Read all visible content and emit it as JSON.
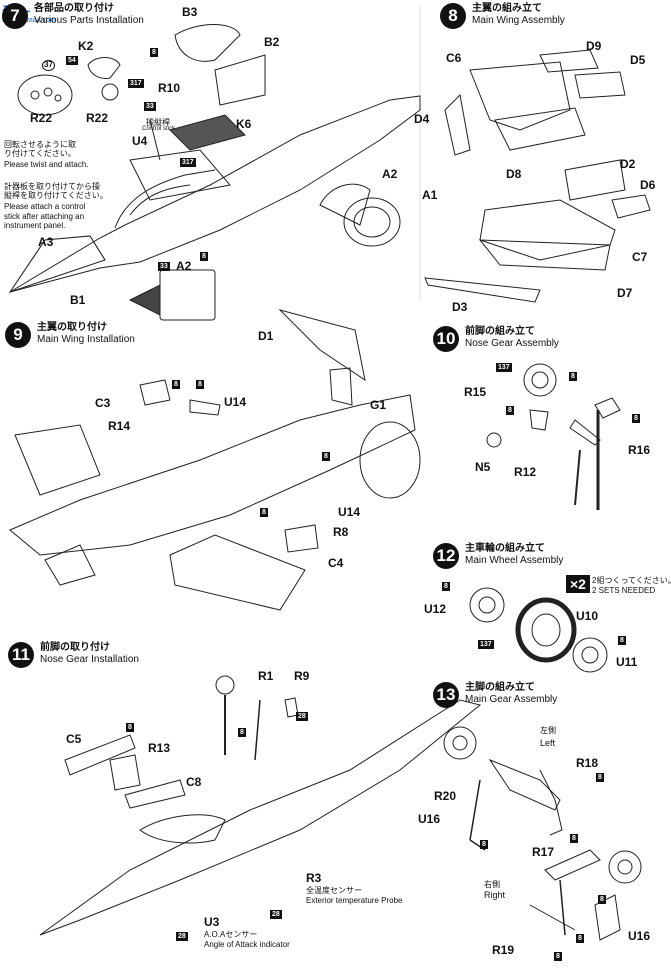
{
  "watermark": {
    "logo": "青一",
    "site": "www.wwaaa.com"
  },
  "steps": [
    {
      "num": "7",
      "jp": "各部品の取り付け",
      "en": "Various Parts Installation"
    },
    {
      "num": "8",
      "jp": "主翼の組み立て",
      "en": "Main Wing Assembly"
    },
    {
      "num": "9",
      "jp": "主翼の取り付け",
      "en": "Main Wing Installation"
    },
    {
      "num": "10",
      "jp": "前脚の組み立て",
      "en": "Nose Gear Assembly"
    },
    {
      "num": "11",
      "jp": "前脚の取り付け",
      "en": "Nose Gear Installation"
    },
    {
      "num": "12",
      "jp": "主車輪の組み立て",
      "en": "Main Wheel Assembly"
    },
    {
      "num": "13",
      "jp": "主脚の組み立て",
      "en": "Main Gear Assembly"
    }
  ],
  "notes": {
    "twist_jp": "回転させるように取\nり付けてください。",
    "twist_en": "Please twist and attach.",
    "panel_jp": "計器板を取り付けてから操\n縦桿を取り付けてください。",
    "panel_en": "Please attach a control\nstick after attaching an\ninstrument panel.",
    "control_stick_jp": "操縦桿",
    "control_stick_en": "Control stick",
    "two_sets_jp": "2組つくってください。",
    "two_sets_en": "2 SETS NEEDED",
    "times_two": "×2",
    "left_jp": "左側",
    "left_en": "Left",
    "right_jp": "右側",
    "right_en": "Right",
    "r3_jp": "全温度センサー",
    "r3_en": "Exterior temperature Probe",
    "u3_jp": "A.O.Aセンサー",
    "u3_en": "Angle of Attack indicator"
  },
  "parts": {
    "s7": [
      "B3",
      "B2",
      "K2",
      "R10",
      "K6",
      "R22",
      "R22",
      "U4",
      "A2",
      "A1",
      "A3",
      "B1",
      "A2"
    ],
    "s8": [
      "D9",
      "C6",
      "D5",
      "D4",
      "D8",
      "D2",
      "D6",
      "C7",
      "D7",
      "D3"
    ],
    "s9": [
      "D1",
      "C3",
      "U14",
      "R14",
      "G1",
      "U14",
      "R8",
      "C4"
    ],
    "s10": [
      "R15",
      "R16",
      "N5",
      "R12"
    ],
    "s11": [
      "R1",
      "R9",
      "C5",
      "R13",
      "C8",
      "R3",
      "U3"
    ],
    "s12": [
      "U12",
      "U10",
      "U11"
    ],
    "s13": [
      "R18",
      "R20",
      "U16",
      "R17",
      "R19",
      "U16"
    ]
  },
  "callouts": {
    "c8": "8",
    "c33": "33",
    "c317": "317",
    "c54": "54",
    "c137": "137",
    "c28": "28",
    "c37": "37"
  }
}
